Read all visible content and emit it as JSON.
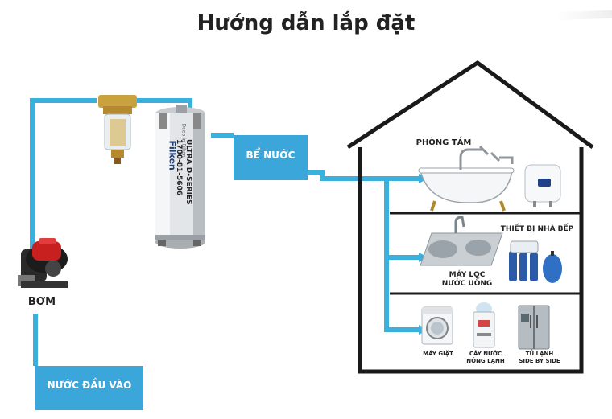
{
  "title": "Hướng dẫn lắp đặt",
  "labels": {
    "pump": "BƠM",
    "inlet": "NƯỚC ĐẦU VÀO",
    "tank": "BỂ NƯỚC",
    "bathroom": "PHÒNG TẮM",
    "kitchen_devices": "THIẾT BỊ NHÀ BẾP",
    "water_purifier_line1": "MÁY LỌC",
    "water_purifier_line2": "NƯỚC UỐNG",
    "washing_machine": "MÁY GIẶT",
    "water_dispenser_line1": "CÂY NƯỚC",
    "water_dispenser_line2": "NÓNG LẠNH",
    "fridge_line1": "TỦ LẠNH",
    "fridge_line2": "SIDE BY SIDE"
  },
  "filter_housing_text": {
    "brand": "Filken",
    "tagline": "Deep in Filken",
    "model": "ULTRA D-SERIES",
    "phone": "1700-81-5606"
  },
  "colors": {
    "pipe": "#3cb0dc",
    "box": "#3aa6d9",
    "house": "#1a1a1a"
  },
  "icons": [
    "pump-icon",
    "prefilter-icon",
    "filter-housing-icon",
    "bathtub-icon",
    "shower-faucet-icon",
    "water-heater-icon",
    "kitchen-sink-icon",
    "ro-purifier-icon",
    "washing-machine-icon",
    "water-dispenser-icon",
    "fridge-icon"
  ]
}
